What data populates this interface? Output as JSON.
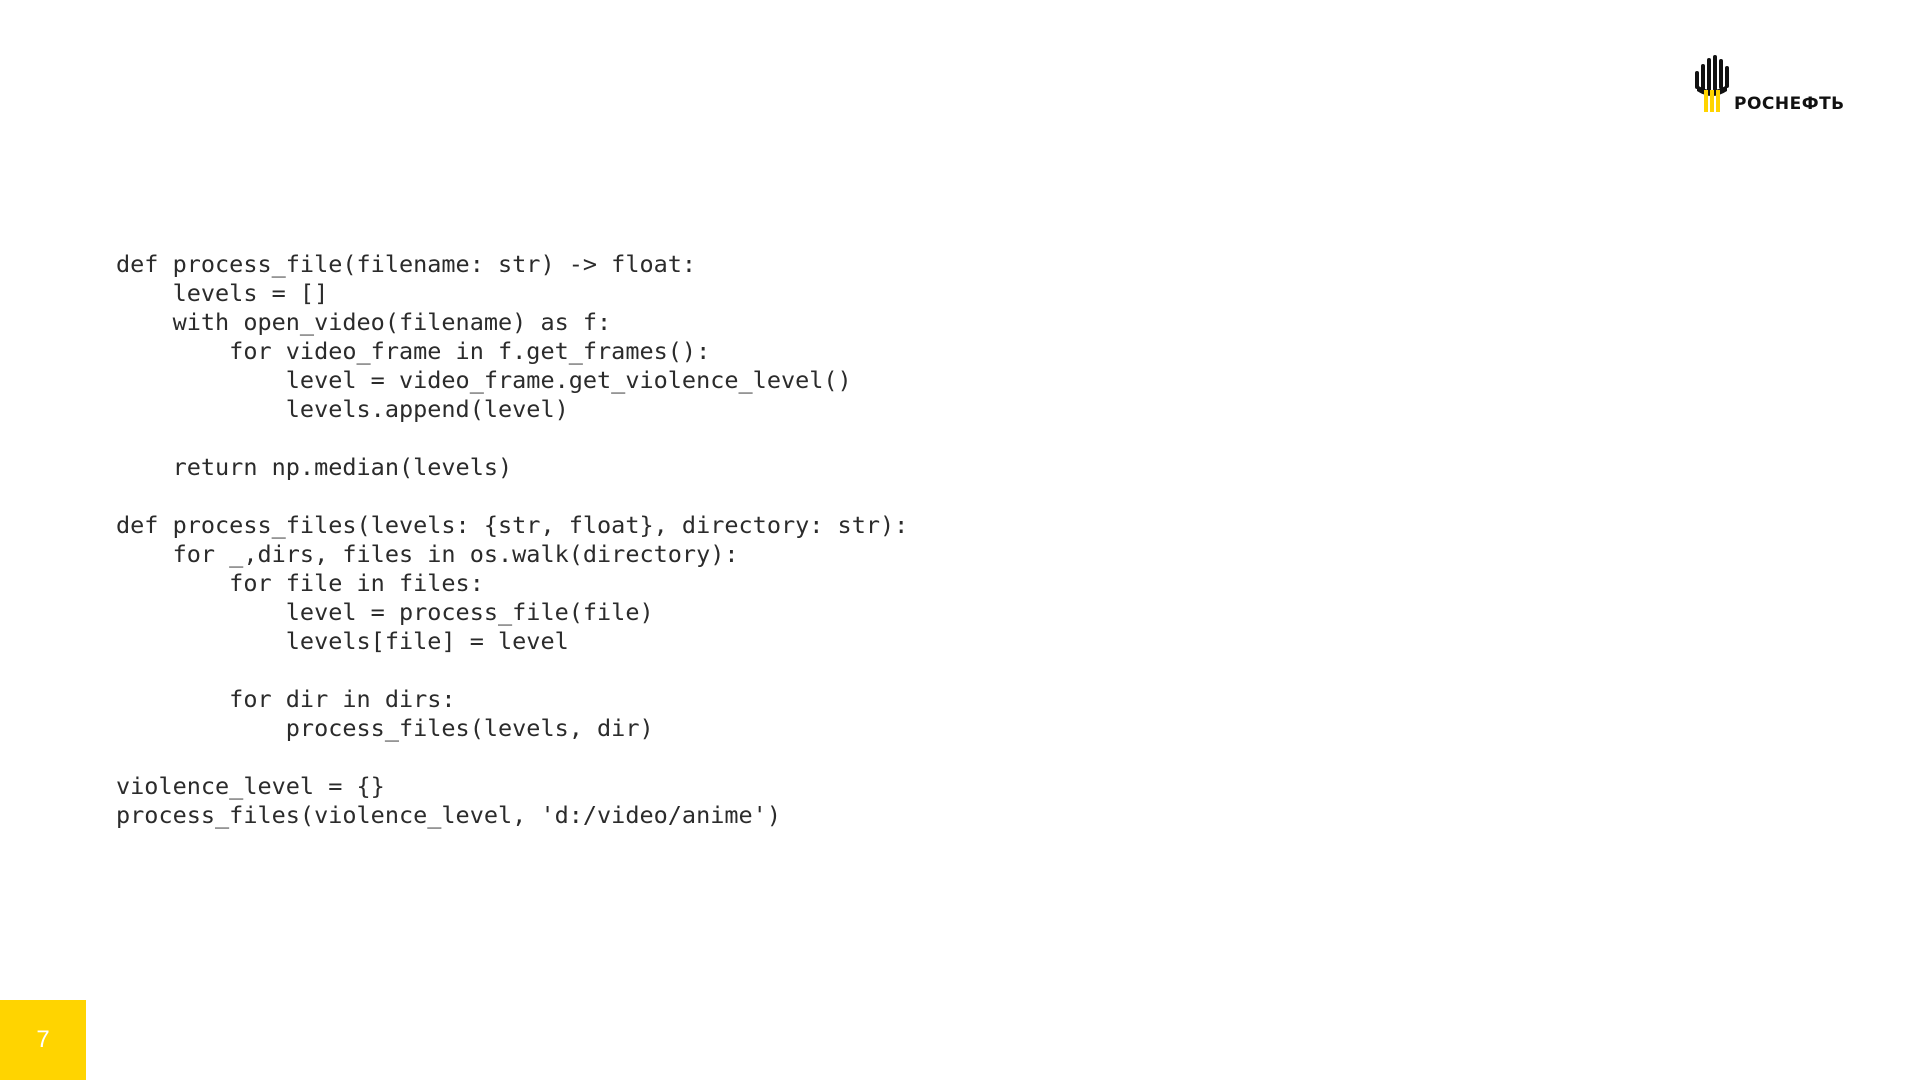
{
  "logo": {
    "text": "РОСНЕФТЬ",
    "icon": "rosneft-logo-icon",
    "colors": {
      "dark": "#111111",
      "yellow": "#FFD400"
    }
  },
  "code": {
    "lines": [
      "def process_file(filename: str) -> float:",
      "    levels = []",
      "    with open_video(filename) as f:",
      "        for video_frame in f.get_frames():",
      "            level = video_frame.get_violence_level()",
      "            levels.append(level)",
      "",
      "    return np.median(levels)",
      "",
      "def process_files(levels: {str, float}, directory: str):",
      "    for _,dirs, files in os.walk(directory):",
      "        for file in files:",
      "            level = process_file(file)",
      "            levels[file] = level",
      "",
      "        for dir in dirs:",
      "            process_files(levels, dir)",
      "",
      "violence_level = {}",
      "process_files(violence_level, 'd:/video/anime')"
    ]
  },
  "page": {
    "number": "7",
    "badge_color": "#FFD400"
  }
}
